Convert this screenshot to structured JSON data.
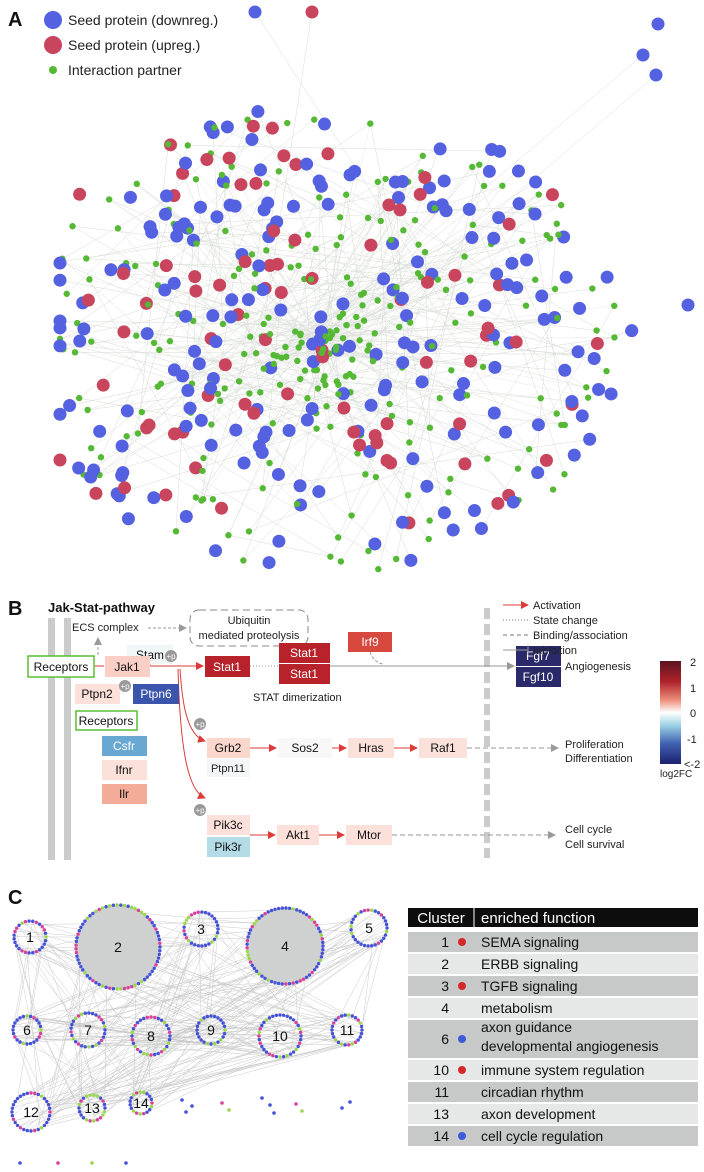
{
  "panel_a": {
    "label": "A",
    "legend": [
      {
        "text": "Seed protein (downreg.)",
        "color": "#5461e0"
      },
      {
        "text": "Seed protein (upreg.)",
        "color": "#c9455e"
      },
      {
        "text": "Interaction partner",
        "color": "#55b935"
      }
    ]
  },
  "panel_b": {
    "label": "B",
    "title": "Jak-Stat-pathway",
    "ecs": "ECS complex",
    "ubiquitin": [
      "Ubiquitin",
      "mediated proteolysis"
    ],
    "receptors_1": "Receptors",
    "receptors_2": "Receptors",
    "stam": "Stam",
    "jak1": "Jak1",
    "ptpn2": "Ptpn2",
    "ptpn6": "Ptpn6",
    "csfr": "Csfr",
    "ifnr": "Ifnr",
    "ilr": "Ilr",
    "stat1_a": "Stat1",
    "stat1_b": "Stat1",
    "stat1_c": "Stat1",
    "stat_dimer": "STAT dimerization",
    "irf9": "Irf9",
    "fgf7": "Fgf7",
    "fgf10": "Fgf10",
    "angiogenesis": "Angiogenesis",
    "grb2": "Grb2",
    "ptpn11": "Ptpn11",
    "sos2": "Sos2",
    "hras": "Hras",
    "raf1": "Raf1",
    "proliferation": "Proliferation",
    "differentiation": "Differentiation",
    "pik3c": "Pik3c",
    "pik3r": "Pik3r",
    "akt1": "Akt1",
    "mtor": "Mtor",
    "cell_cycle": "Cell cycle",
    "cell_survival": "Cell survival",
    "plus_p": "+p",
    "key": [
      "Activation",
      "State change",
      "Binding/association",
      "Inhibition"
    ],
    "colorbar": {
      "ticks": [
        "2",
        "1",
        "0",
        "-1",
        "<-2"
      ],
      "label": "log2FC",
      "high_color": "#5c1420",
      "low_color": "#1c1f6e"
    }
  },
  "panel_c": {
    "label": "C",
    "clusters": [
      "1",
      "2",
      "3",
      "4",
      "5",
      "6",
      "7",
      "8",
      "9",
      "10",
      "11",
      "12",
      "13",
      "14"
    ],
    "table_header": [
      "Cluster",
      "enriched function"
    ],
    "table_rows": [
      {
        "cluster": "1",
        "dot": "red",
        "lines": [
          "SEMA signaling"
        ]
      },
      {
        "cluster": "2",
        "dot": "",
        "lines": [
          "ERBB signaling"
        ]
      },
      {
        "cluster": "3",
        "dot": "red",
        "lines": [
          "TGFB signaling"
        ]
      },
      {
        "cluster": "4",
        "dot": "",
        "lines": [
          "metabolism"
        ]
      },
      {
        "cluster": "6",
        "dot": "blue",
        "lines": [
          "axon guidance",
          "developmental angiogenesis"
        ]
      },
      {
        "cluster": "10",
        "dot": "red",
        "lines": [
          "immune system regulation"
        ]
      },
      {
        "cluster": "11",
        "dot": "",
        "lines": [
          "circadian rhythm"
        ]
      },
      {
        "cluster": "13",
        "dot": "",
        "lines": [
          "axon development"
        ]
      },
      {
        "cluster": "14",
        "dot": "blue",
        "lines": [
          "cell cycle regulation"
        ]
      }
    ]
  }
}
